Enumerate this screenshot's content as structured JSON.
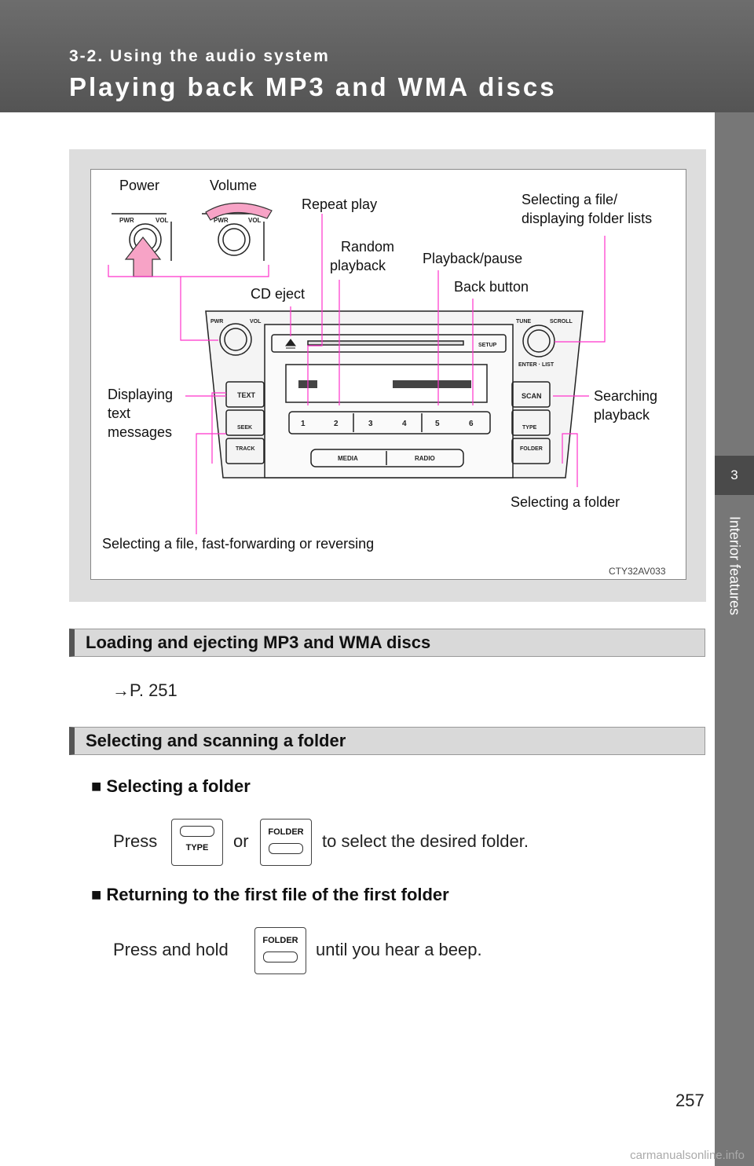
{
  "header": {
    "section_label": "3-2. Using the audio system",
    "title": "Playing back MP3 and WMA discs"
  },
  "side_tab": {
    "number": "3",
    "label": "Interior features"
  },
  "figure": {
    "code": "CTY32AV033",
    "callouts": {
      "power": "Power",
      "volume": "Volume",
      "repeat": "Repeat play",
      "random_line1": "Random",
      "random_line2": "playback",
      "select_file_line1": "Selecting a file/",
      "select_file_line2": "displaying folder lists",
      "playback_pause": "Playback/pause",
      "back_button": "Back button",
      "cd_eject": "CD eject",
      "text_line1": "Displaying",
      "text_line2": "text",
      "text_line3": "messages",
      "scan_line1": "Searching",
      "scan_line2": "playback",
      "select_folder": "Selecting a folder",
      "select_ff": "Selecting a file, fast-forwarding or reversing"
    },
    "unit": {
      "pwr": "PWR",
      "vol": "VOL",
      "tune": "TUNE",
      "scroll": "SCROLL",
      "enter_list": "ENTER · LIST",
      "setup": "SETUP",
      "text": "TEXT",
      "seek": "SEEK",
      "track": "TRACK",
      "scan": "SCAN",
      "type": "TYPE",
      "folder": "FOLDER",
      "media": "MEDIA",
      "radio": "RADIO",
      "presets": [
        "1",
        "2",
        "3",
        "4",
        "5",
        "6"
      ]
    }
  },
  "sections": {
    "loading_heading": "Loading and ejecting MP3 and WMA discs",
    "loading_ref": "→P. 251",
    "folder_heading": "Selecting and scanning a folder",
    "sub1_heading": "■ Selecting a folder",
    "sub1_press": "Press",
    "sub1_or": "or",
    "sub1_rest": "to select the desired folder.",
    "sub2_heading": "■ Returning to the first file of the first folder",
    "sub2_press": "Press and hold",
    "sub2_rest": "until you hear a beep.",
    "btn_type": "TYPE",
    "btn_folder": "FOLDER"
  },
  "page_number": "257",
  "watermark": "carmanualsonline.info",
  "colors": {
    "callout_line": "#ff33cc",
    "header": "#5e5e5e"
  }
}
